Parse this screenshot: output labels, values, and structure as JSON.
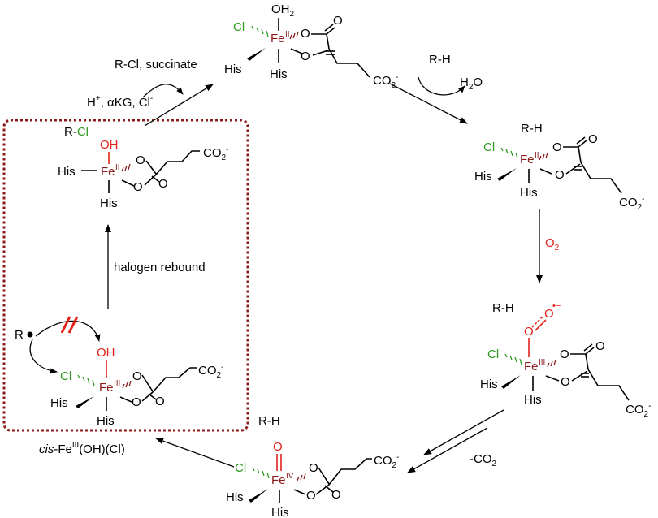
{
  "labels": {
    "top_oh2": "OH",
    "top_oh2_sub": "2",
    "rcl_succinate": "R-Cl, succinate",
    "hplus_akg_cl": "H",
    "hplus_sup": "+",
    "akg_text": ", αKG, Cl",
    "akg_sup": "-",
    "rh_top": "R-H",
    "h2o": "H",
    "h2o_sub": "2",
    "h2o_o": "O",
    "rh_right": "R-H",
    "o2": "O",
    "o2_sub": "2",
    "rh_superoxo": "R-H",
    "minus_co2": "-CO",
    "minus_co2_sub": "2",
    "rh_bottom": "R-H",
    "halogen_rebound": "halogen rebound",
    "r_cl_box": "R-",
    "r_cl_box_cl": "Cl",
    "r_radical": "R",
    "cis_label_prefix": "cis",
    "cis_label_rest1": "-Fe",
    "cis_label_sup": "III",
    "cis_label_rest2": "(OH)(Cl)"
  },
  "atoms": {
    "fe": "Fe",
    "cl": "Cl",
    "his": "His",
    "o": "O",
    "oh": "OH",
    "co2": "CO",
    "co2_sub": "2",
    "co2_sup": "-",
    "ox_II": "II",
    "ox_III": "III",
    "ox_IV": "IV",
    "radical_dot": "•",
    "minus_dot": "•−"
  },
  "colors": {
    "chlorine": "#2e9b1f",
    "oxygen_highlight": "#e0231b",
    "iron": "#8b1a1a",
    "box_border": "#8b1a1a",
    "blocked_mark": "#e0231b"
  }
}
